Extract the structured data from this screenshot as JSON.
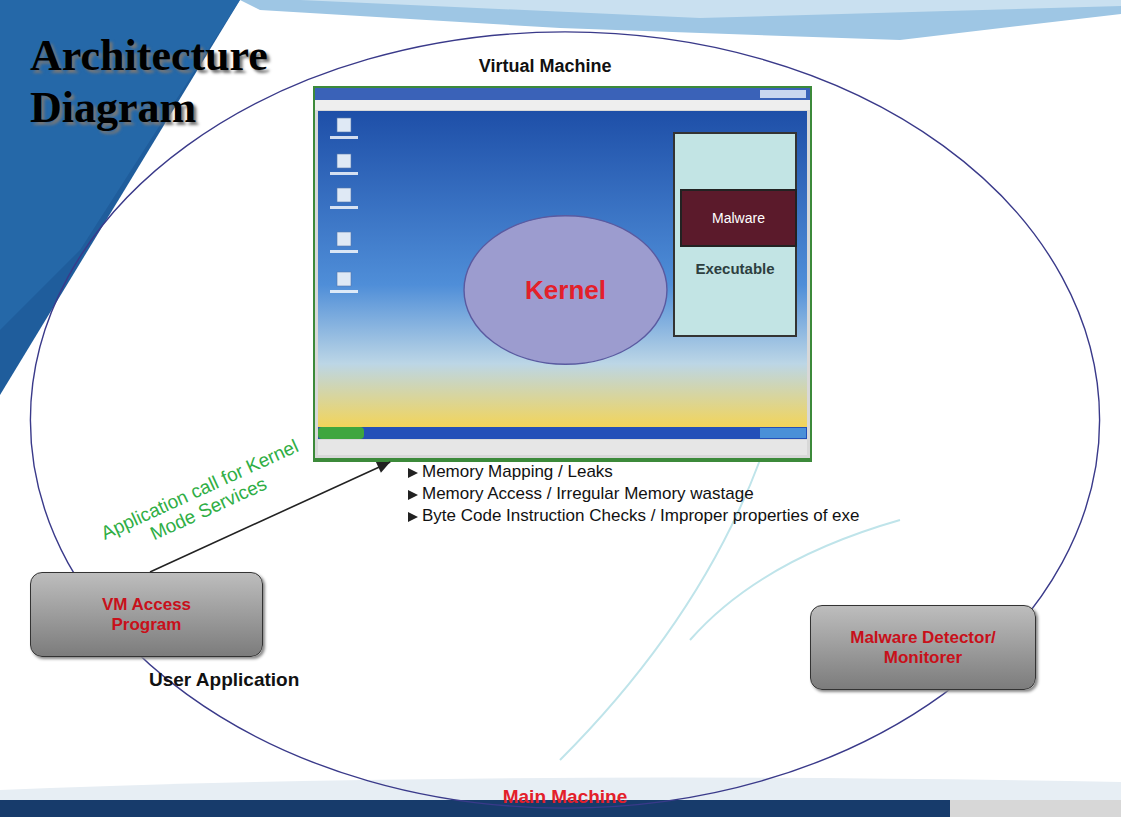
{
  "diagram": {
    "title": "Architecture Diagram",
    "nodes": [
      {
        "text": [
          "Main Machine"
        ]
      },
      {
        "text": [
          "Virtual Machine"
        ],
        "in": 0
      },
      {
        "text": [
          "Kernel"
        ],
        "in": 1
      },
      {
        "text": [
          "Executable"
        ],
        "in": 1
      },
      {
        "text": [
          "Malware"
        ],
        "in": 3
      },
      {
        "text": [
          "VM Access Program",
          "User Application"
        ],
        "in": 0
      },
      {
        "text": [
          "Malware Detector/ Monitorer"
        ],
        "in": 0
      }
    ],
    "edges": [
      {
        "from": 5,
        "to": 1,
        "arrow": "to",
        "label": "Application call for Kernel Mode Services"
      }
    ],
    "labels": [
      "Memory Mapping / Leaks",
      "Memory Access / Irregular Memory wastage",
      "Byte Code Instruction Checks / Improper properties of exe"
    ]
  }
}
